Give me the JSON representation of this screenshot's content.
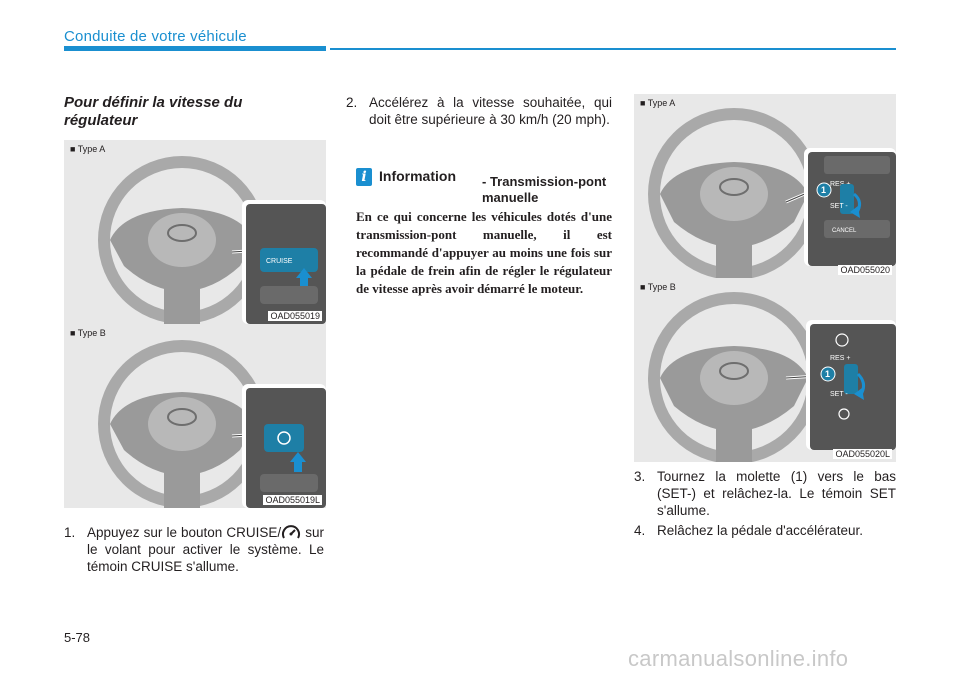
{
  "header": {
    "title": "Conduite de votre véhicule"
  },
  "section": {
    "title": "Pour définir la vitesse du régulateur"
  },
  "figures": [
    {
      "label": "■ Type A",
      "code": "OAD055019",
      "button": "CRUISE"
    },
    {
      "label": "■ Type B",
      "code": "OAD055019L"
    },
    {
      "label": "■ Type A",
      "code": "OAD055020",
      "buttons": [
        "RES +",
        "SET -",
        "CANCEL"
      ],
      "callout": "1"
    },
    {
      "label": "■ Type B",
      "code": "OAD055020L",
      "buttons": [
        "RES +",
        "SET -"
      ],
      "callout": "1"
    }
  ],
  "steps": [
    {
      "num": "1.",
      "text_before": "Appuyez sur le bouton CRUISE/",
      "text_after": " sur le volant pour activer le système. Le témoin CRUISE s'allume."
    },
    {
      "num": "2.",
      "text": "Accélérez à la vitesse souhaitée, qui doit être supérieure à 30 km/h (20 mph)."
    },
    {
      "num": "3.",
      "text": "Tournez la molette (1) vers le bas (SET-) et relâchez-la. Le témoin SET s'allume."
    },
    {
      "num": "4.",
      "text": "Relâchez la pédale d'accélérateur."
    }
  ],
  "information": {
    "icon": "i",
    "title": "Information",
    "subtitle": "- Transmission-pont manuelle",
    "body": "En ce qui concerne les véhicules dotés d'une transmission-pont manuelle, il est recommandé d'appuyer au moins une fois sur la pédale de frein afin de régler le régulateur de vitesse après avoir démarré le moteur."
  },
  "page_number": "5-78",
  "watermark": "carmanualsonline.info",
  "colors": {
    "accent": "#1a8fd0",
    "figure_bg": "#e8e8e8",
    "watermark": "#c8c8c8",
    "highlight_button": "#1e7fa6"
  }
}
